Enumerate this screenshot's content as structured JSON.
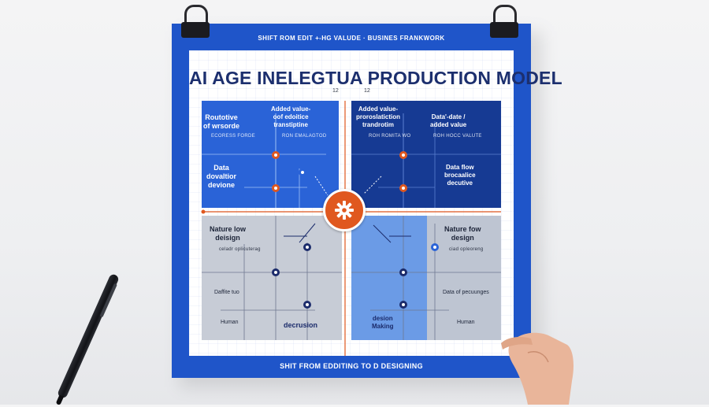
{
  "poster": {
    "top_caption": "SHIFT ROM EDIT +-HG VALUDE  ·  BUSINES FRANKWORK",
    "title": "AI AGE INELEGTUA PRODUCTION MODEL",
    "num_left": "12",
    "num_right": "12",
    "bottom_caption": "SHIT FROM EDDITING TO D DESIGNING"
  },
  "quadrants": {
    "top_left": {
      "heading": "Routotive\nof wrsorde",
      "sub": "ECORESS FORDE",
      "heading2": "Added value-\noof edoitice\ntranstiptine",
      "sub2": "RON EMALAGTOD",
      "lower": "Data\ndovaltior\ndevione"
    },
    "top_right": {
      "heading": "Added value-\nproroslatiction\ntrandrotim",
      "sub": "ROH ROMITA WO",
      "heading2": "Data'-date /\nadded value",
      "sub2": "ROH HOCC VALUTE",
      "lower": "Data flow\nbrocaalice\ndecutive"
    },
    "bottom_left": {
      "heading": "Nature low\ndeisign",
      "sub": "celadr oplicuterag",
      "mid": "Daffite tuo",
      "low": "Human",
      "center": "decrusion"
    },
    "bottom_right": {
      "heading": "Nature fow\ndesign",
      "sub": "ciad opleoreng",
      "mid": "Data of pecuunges",
      "low": "Human",
      "center": "desion\nMaking"
    }
  },
  "icons": {
    "hub": "gear-icon",
    "node": "ring-node-icon",
    "clip": "binder-clip-icon",
    "pen": "pen-icon",
    "hand": "hand-icon"
  },
  "colors": {
    "poster_blue": "#1f55c9",
    "quad_blue": "#2a63d7",
    "quad_navy": "#163a93",
    "accent_orange": "#e0581f",
    "quad_gray": "#c7ccd6"
  }
}
